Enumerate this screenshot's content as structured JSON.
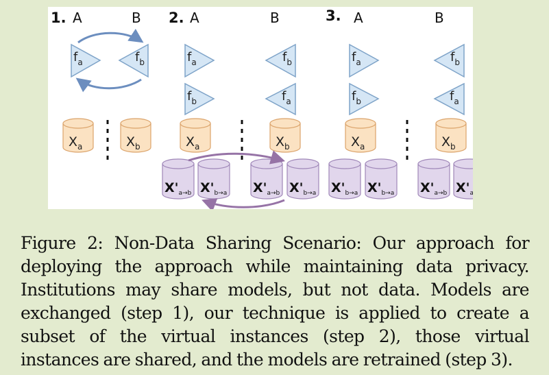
{
  "figure": {
    "steps": [
      {
        "number": "1.",
        "left": "A",
        "right": "B"
      },
      {
        "number": "2.",
        "left": "A",
        "right": "B"
      },
      {
        "number": "3.",
        "left": "A",
        "right": "B"
      }
    ],
    "model_f": "f",
    "data_x": "X",
    "virtual_x": "X'",
    "sub_a": "a",
    "sub_b": "b",
    "sub_a_to_b": "a→b",
    "sub_b_to_a": "b→a"
  },
  "caption": "Figure 2: Non-Data Sharing Scenario: Our approach for deploying the approach while maintaining data privacy. Institutions may share models, but not data. Models are exchanged (step 1), our technique is applied to create a subset of the virtual instances (step 2), those virtual instances are shared, and the models are retrained (step 3).",
  "colors": {
    "page_bg": "#e3ebcf",
    "model_fill": "#d5e6f5",
    "model_stroke": "#7ea3c8",
    "data_fill": "#fbe2c2",
    "data_stroke": "#dba36a",
    "virtual_fill": "#e1d6ec",
    "virtual_stroke": "#9f87b8",
    "blue_arrow": "#6c8ebf",
    "purple_arrow": "#9673a6"
  }
}
